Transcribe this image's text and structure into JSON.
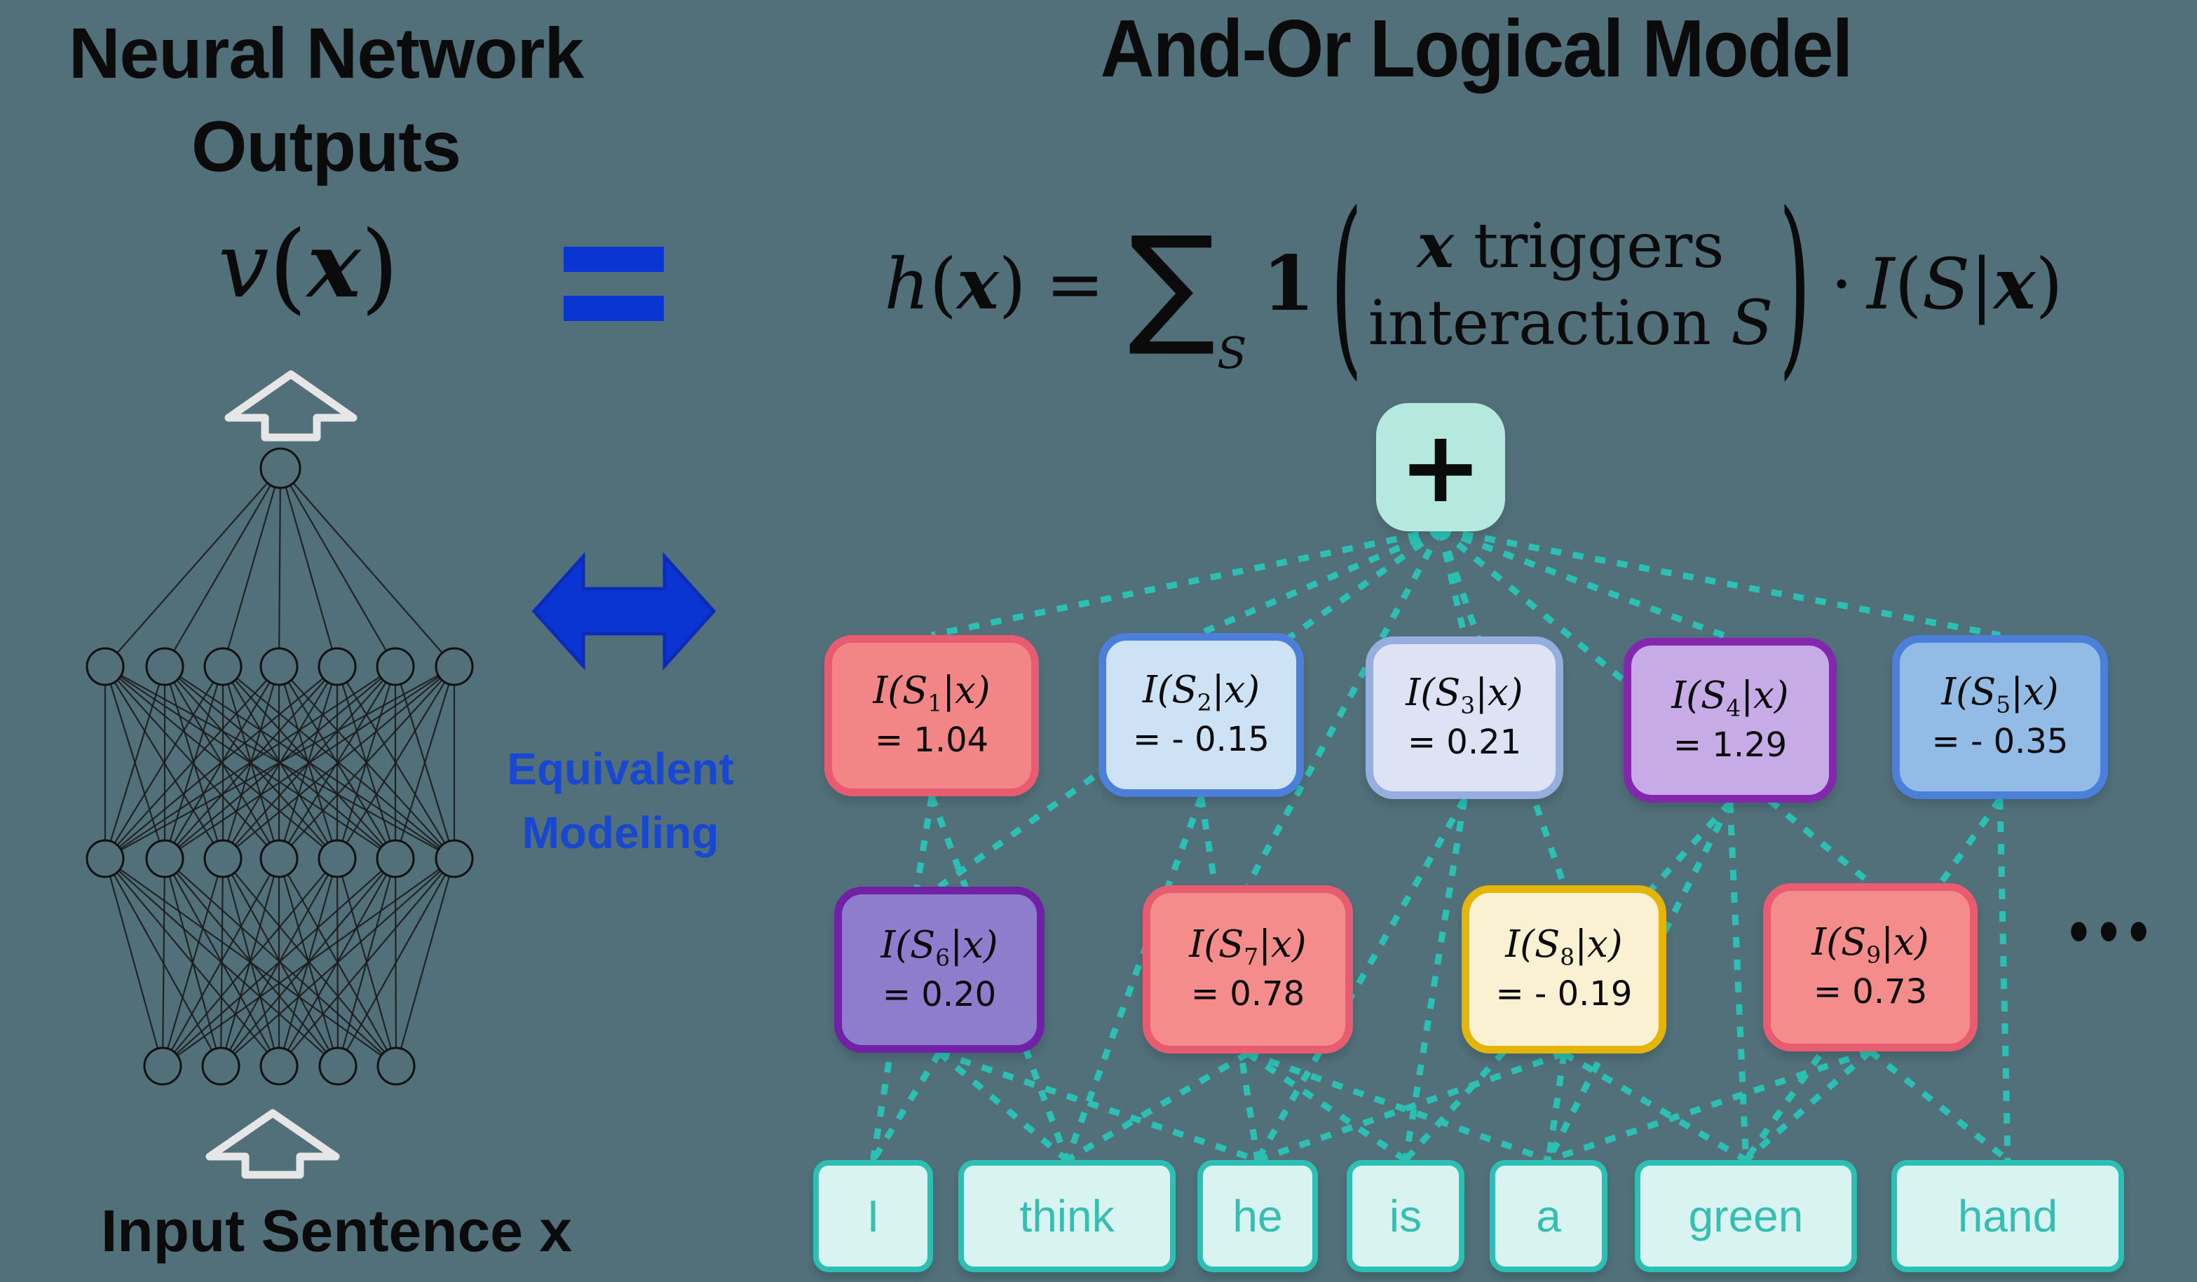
{
  "figure": {
    "left": {
      "title_line1": "Neural Network",
      "title_line2": "Outputs",
      "expr": {
        "v": "v",
        "open": "(",
        "x": "x",
        "close": ")"
      },
      "input_label": "Input Sentence x"
    },
    "connector": {
      "equals": "=",
      "equivalence_line1": "Equivalent",
      "equivalence_line2": "Modeling"
    },
    "right": {
      "title": "And-Or Logical Model",
      "formula": {
        "h": "h",
        "open1": "(",
        "x1": "x",
        "close1": ")",
        "eq": "=",
        "sum": "∑",
        "sum_sub": "S",
        "one": "1",
        "cond_open": "(",
        "cond_x": "x",
        "cond_triggers": " triggers",
        "cond_interaction": "interaction ",
        "cond_S": "S",
        "cond_close": ")",
        "dot": "·",
        "I": "I",
        "open2": "(",
        "S2": "S",
        "bar": "|",
        "x2": "x",
        "close2": ")"
      },
      "aggregator": "+",
      "ellipsis": "•••",
      "interactions": [
        {
          "id": "S1",
          "prefix": "I(S",
          "index": "1",
          "suffix": "|x)",
          "value": "= 1.04",
          "fill": "#F28585",
          "border": "#E85C72",
          "links": [
            "I",
            "think"
          ]
        },
        {
          "id": "S2",
          "prefix": "I(S",
          "index": "2",
          "suffix": "|x)",
          "value": "= - 0.15",
          "fill": "#CEE2F5",
          "border": "#4C7FD9",
          "links": [
            "think",
            "he"
          ]
        },
        {
          "id": "S3",
          "prefix": "I(S",
          "index": "3",
          "suffix": "|x)",
          "value": "= 0.21",
          "fill": "#DDE3F5",
          "border": "#96AEDE",
          "links": [
            "he",
            "is"
          ]
        },
        {
          "id": "S4",
          "prefix": "I(S",
          "index": "4",
          "suffix": "|x)",
          "value": "= 1.29",
          "fill": "#C6ABE6",
          "border": "#8227AE",
          "links": [
            "is",
            "a",
            "green"
          ]
        },
        {
          "id": "S5",
          "prefix": "I(S",
          "index": "5",
          "suffix": "|x)",
          "value": "= - 0.35",
          "fill": "#92BCE6",
          "border": "#4C7FD9",
          "links": [
            "green",
            "hand"
          ]
        },
        {
          "id": "S6",
          "prefix": "I(S",
          "index": "6",
          "suffix": "|x)",
          "value": "= 0.20",
          "fill": "#8E7CCC",
          "border": "#7021A6",
          "links": [
            "I",
            "think",
            "he"
          ]
        },
        {
          "id": "S7",
          "prefix": "I(S",
          "index": "7",
          "suffix": "|x)",
          "value": "= 0.78",
          "fill": "#F58C8C",
          "border": "#E85C72",
          "links": [
            "think",
            "is",
            "a"
          ]
        },
        {
          "id": "S8",
          "prefix": "I(S",
          "index": "8",
          "suffix": "|x)",
          "value": "= - 0.19",
          "fill": "#FAF1D3",
          "border": "#E3B50A",
          "links": [
            "he",
            "a",
            "green"
          ]
        },
        {
          "id": "S9",
          "prefix": "I(S",
          "index": "9",
          "suffix": "|x)",
          "value": "= 0.73",
          "fill": "#F58C8C",
          "border": "#E85C72",
          "links": [
            "a",
            "green",
            "hand"
          ]
        }
      ],
      "tokens": [
        "I",
        "think",
        "he",
        "is",
        "a",
        "green",
        "hand"
      ]
    },
    "network": {
      "layers": [
        1,
        7,
        7,
        5
      ]
    },
    "colors": {
      "background": "#52707A",
      "dotted": "#2CC0B4",
      "accent_blue": "#0B35D2",
      "accent_blue_dark": "#0A2CB8",
      "text_blue": "#1847D2",
      "plus_fill": "#B5E9DF",
      "token_fill": "#D9F4F0",
      "token_border": "#2CC0B4",
      "token_text": "#35BEB1",
      "net_line": "#1C1C1C",
      "net_node_stroke": "#111111",
      "arrow_outline": "#E6E6E6",
      "ink": "#0B0B0B"
    }
  }
}
